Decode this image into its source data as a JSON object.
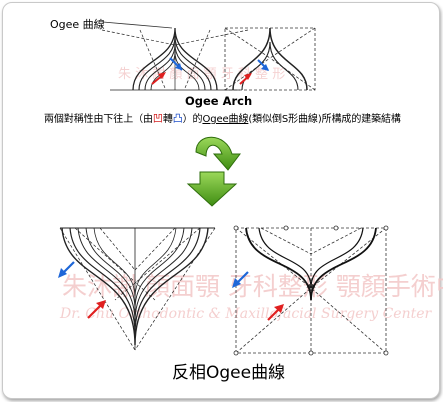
{
  "top_label": "Ogee 曲線",
  "title": "Ogee Arch",
  "caption": {
    "part1": "兩個對稱性由下往上（由",
    "concave": "凹",
    "turn": "轉",
    "convex": "凸",
    "part2": "）的",
    "ogee_curve": "Ogee曲線",
    "part3": "(類似倒S形曲線)所構成的建築結構"
  },
  "bottom_title": "反相Ogee曲線",
  "watermark": {
    "line1": "朱沐謝 顏面顎 牙科整形 顎顏手術中心",
    "line2": "Dr. Chu Orthodontic & Maxillofacial Surgery Center"
  },
  "colors": {
    "red_arrow": "#e02020",
    "blue_arrow": "#1e66d8",
    "green_arrow": "#5aa51e",
    "watermark": "#f3c7c7"
  }
}
